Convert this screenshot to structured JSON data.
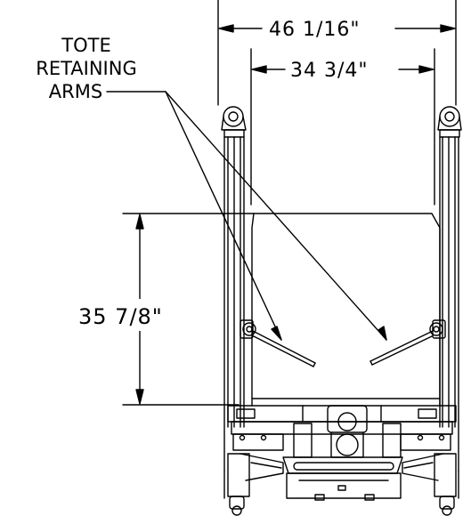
{
  "callout": {
    "line1": "TOTE",
    "line2": "RETAINING",
    "line3": "ARMS"
  },
  "dimensions": {
    "overall_width": "46 1/16\"",
    "inner_width": "34 3/4\"",
    "tote_height": "35 7/8\""
  },
  "colors": {
    "line": "#000000",
    "background": "#ffffff"
  }
}
